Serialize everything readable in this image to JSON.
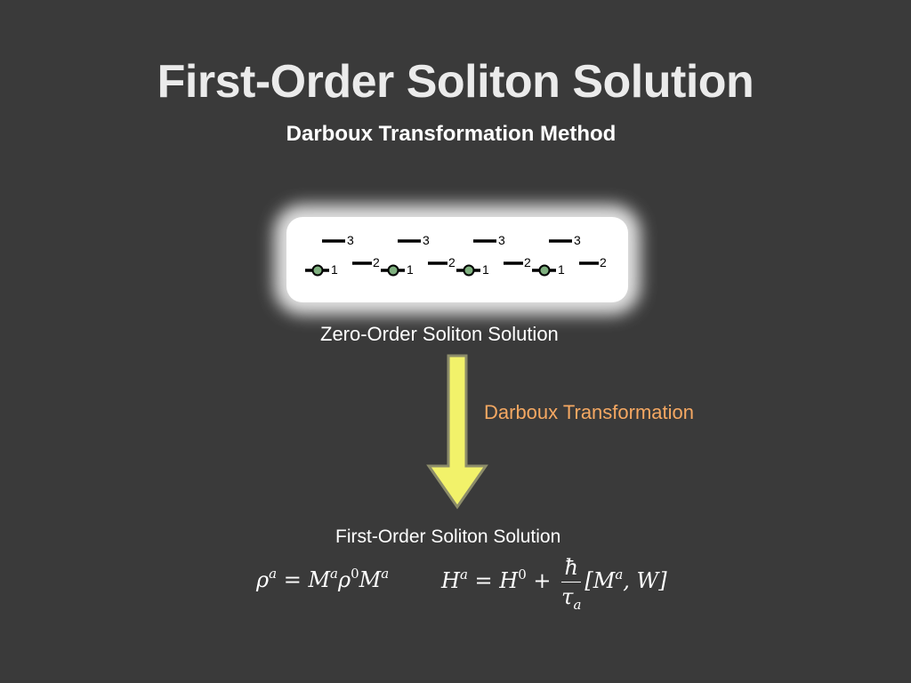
{
  "title": "First-Order Soliton Solution",
  "subtitle": "Darboux Transformation Method",
  "level_diagram": {
    "units": [
      {
        "labels": [
          "3",
          "2",
          "1"
        ]
      },
      {
        "labels": [
          "3",
          "2",
          "1"
        ]
      },
      {
        "labels": [
          "3",
          "2",
          "1"
        ]
      },
      {
        "labels": [
          "3",
          "2",
          "1"
        ]
      }
    ],
    "panel_color": "#ffffff",
    "ground_dot_color": "#7fb07f"
  },
  "labels": {
    "zero_order": "Zero-Order Soliton Solution",
    "transformation": "Darboux Transformation",
    "first_order": "First-Order Soliton Solution"
  },
  "arrow": {
    "fill_color": "#f2f26a",
    "outline_color": "#8c8c6a",
    "direction": "down"
  },
  "equations": {
    "eq1": {
      "lhs": "ρ",
      "lhs_sup": "a",
      "eq": "=",
      "m1": "M",
      "m1_sup": "a",
      "rho0": "ρ",
      "rho0_sup": "0",
      "m2": "M",
      "m2_sup": "a"
    },
    "eq2": {
      "lhs": "H",
      "lhs_sup": "a",
      "eq": "=",
      "h0": "H",
      "h0_sup": "0",
      "plus": "+",
      "num": "ħ",
      "den": "τ",
      "den_sub": "a",
      "bracket": "[M",
      "bracket_sup": "a",
      "bracket_end": ", W]"
    }
  },
  "colors": {
    "background": "#3a3a3a",
    "accent_orange": "#f5a862"
  }
}
